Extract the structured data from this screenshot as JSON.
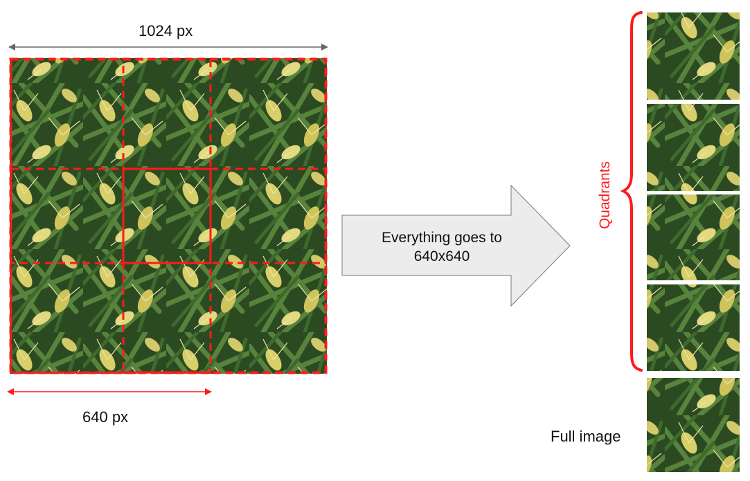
{
  "left_panel": {
    "width_label": "1024 px",
    "tile_label": "640 px",
    "grid_cols": 3,
    "grid_rows": 3,
    "source_image": "wheat-field-image"
  },
  "arrow": {
    "text_line1": "Everything goes to",
    "text_line2": "640x640"
  },
  "right_panel": {
    "group_label": "Quadrants",
    "quadrant_count": 4,
    "full_image_label": "Full image",
    "thumbnail_images": [
      "wheat-quadrant-1",
      "wheat-quadrant-2",
      "wheat-quadrant-3",
      "wheat-quadrant-4",
      "wheat-full-image"
    ]
  },
  "colors": {
    "accent_red": "#ff1a1a",
    "dim_arrow_gray": "#666666",
    "arrow_fill": "#ececec",
    "arrow_stroke": "#777777",
    "foliage_dark": "#24401c",
    "foliage_green": "#4f7a36",
    "wheat_yellow": "#d8cf6a"
  }
}
